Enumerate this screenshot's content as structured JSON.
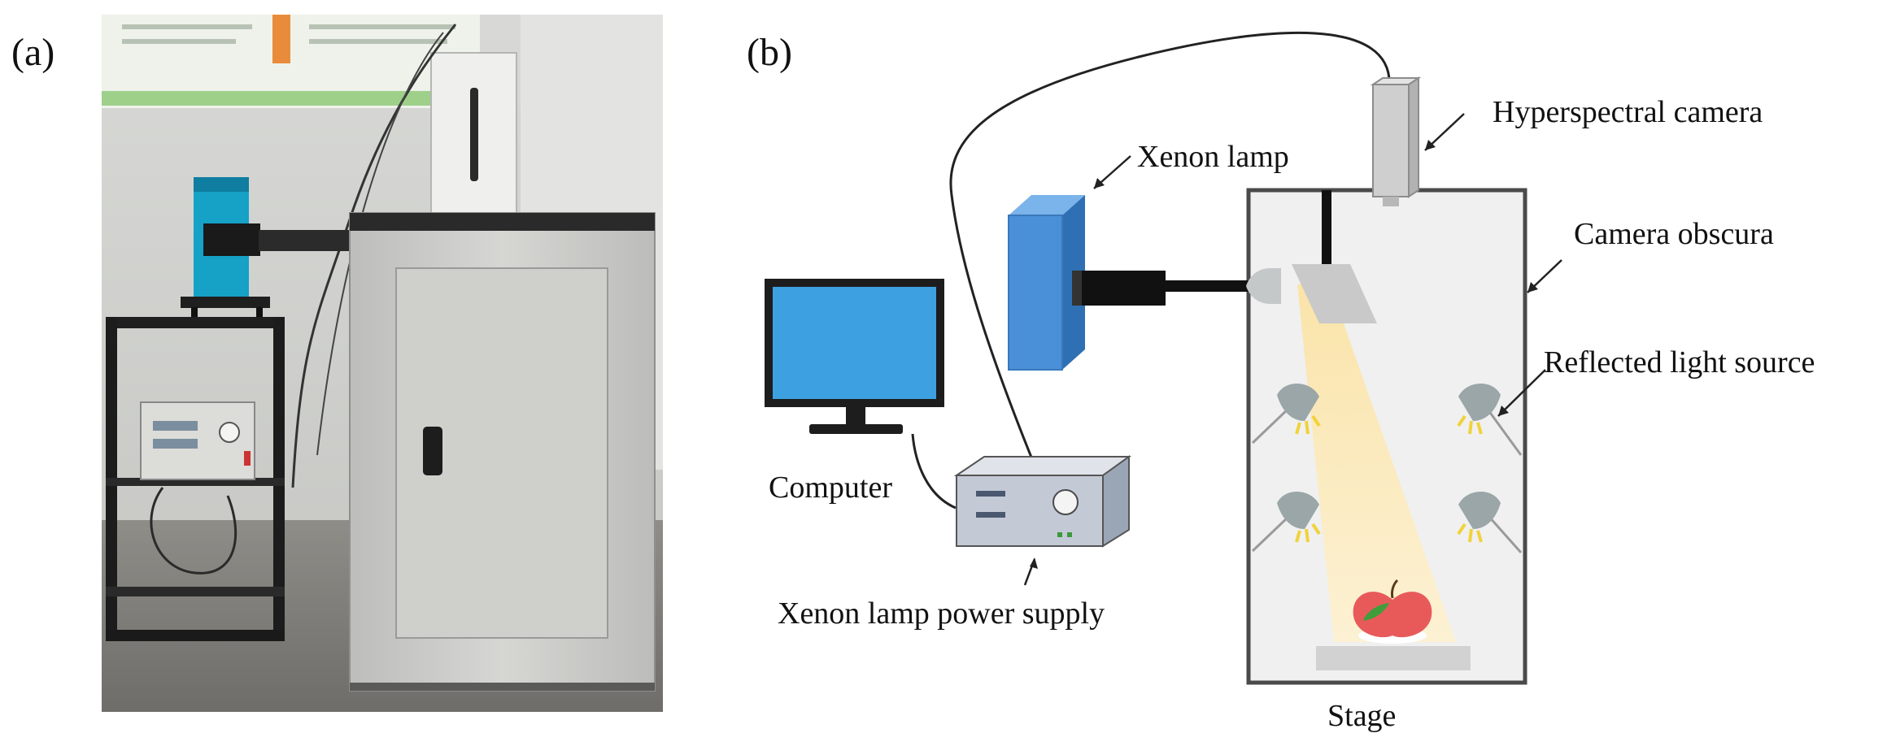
{
  "panels": {
    "a": {
      "label": "(a)"
    },
    "b": {
      "label": "(b)"
    }
  },
  "labels": {
    "hyperspectral_camera": "Hyperspectral camera",
    "xenon_lamp": "Xenon lamp",
    "camera_obscura": "Camera obscura",
    "reflected_light_source": "Reflected light source",
    "computer": "Computer",
    "xenon_lamp_power_supply": "Xenon lamp power supply",
    "stage": "Stage"
  },
  "colors": {
    "lamp_blue": "#4a90d9",
    "monitor_blue": "#3da0e0",
    "cabinet_gray": "#f0f0f0",
    "light_beam": "#fbe9b8",
    "apple_red": "#e85a5a",
    "photo_bg": "#c9c9c3"
  }
}
